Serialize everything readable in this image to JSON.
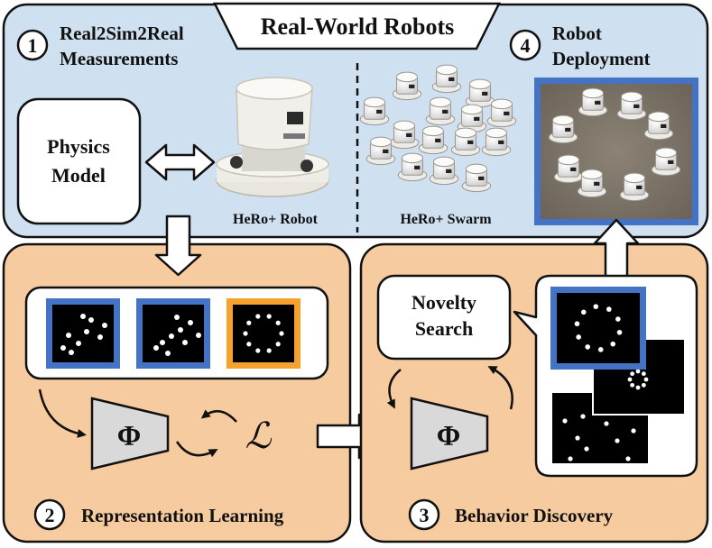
{
  "header": {
    "title": "Real-World Robots"
  },
  "colors": {
    "top_panel": "#cfe0f1",
    "bottom_panel": "#f7cba0",
    "blue_frame": "#4472c4",
    "orange_frame": "#f4a22d",
    "floor": "#7d7467"
  },
  "sections": {
    "real2sim": {
      "number": "1",
      "title_line1": "Real2Sim2Real",
      "title_line2": "Measurements"
    },
    "representation": {
      "number": "2",
      "title": "Representation Learning"
    },
    "behavior": {
      "number": "3",
      "title": "Behavior Discovery"
    },
    "deployment": {
      "number": "4",
      "title_line1": "Robot",
      "title_line2": "Deployment"
    }
  },
  "physics_model": {
    "line1": "Physics",
    "line2": "Model"
  },
  "robot_caption": "HeRo+ Robot",
  "swarm_caption": "HeRo+ Swarm",
  "novelty_search": {
    "line1": "Novelty",
    "line2": "Search"
  },
  "symbols": {
    "encoder": "Φ",
    "loss": "ℒ"
  },
  "icons": [
    "double-arrow-icon",
    "down-arrow-icon",
    "right-arrow-icon",
    "up-arrow-icon",
    "cycle-arrows-icon"
  ]
}
